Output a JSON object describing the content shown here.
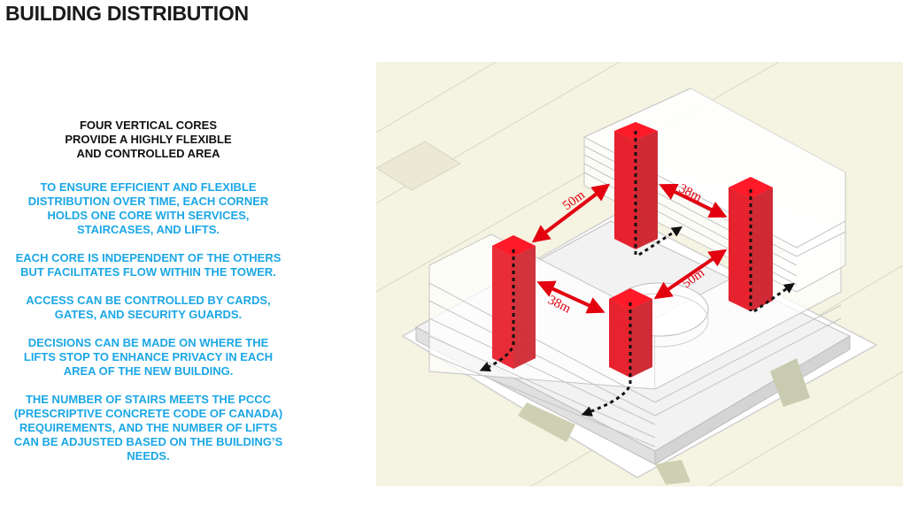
{
  "page": {
    "title": "BUILDING DISTRIBUTION"
  },
  "left_panel": {
    "headline_lines": [
      "FOUR VERTICAL CORES",
      "PROVIDE A HIGHLY FLEXIBLE",
      "AND CONTROLLED AREA"
    ],
    "paragraphs": [
      [
        "TO ENSURE EFFICIENT AND FLEXIBLE",
        "DISTRIBUTION OVER TIME, EACH CORNER",
        "HOLDS ONE CORE WITH SERVICES,",
        "STAIRCASES, AND LIFTS."
      ],
      [
        "EACH CORE IS INDEPENDENT OF THE OTHERS",
        "BUT FACILITATES FLOW WITHIN THE TOWER."
      ],
      [
        "ACCESS CAN BE CONTROLLED BY CARDS,",
        "GATES, AND SECURITY GUARDS."
      ],
      [
        "DECISIONS CAN BE MADE ON WHERE THE",
        "LIFTS STOP TO ENHANCE PRIVACY IN EACH",
        "AREA OF THE NEW BUILDING."
      ],
      [
        "THE NUMBER OF STAIRS MEETS THE PCCC",
        "(PRESCRIPTIVE CONCRETE CODE OF CANADA)",
        "REQUIREMENTS, AND THE NUMBER OF LIFTS",
        "CAN BE ADJUSTED BASED ON THE BUILDING’S",
        "NEEDS."
      ]
    ]
  },
  "diagram": {
    "dimension_labels": {
      "top_left": "50m",
      "top_right": "38m",
      "bottom_right": "50m",
      "bottom_left": "38m"
    },
    "colors": {
      "core_red": "#e3000f",
      "core_red_dark": "#a8000b",
      "arrow_red": "#e3000f",
      "ground": "#f5f3e1",
      "accent_blue": "#1ba7e6"
    }
  }
}
